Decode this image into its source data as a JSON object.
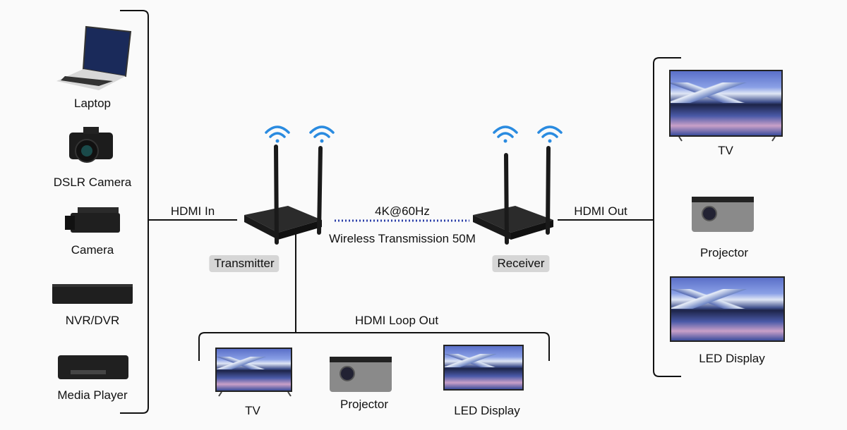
{
  "diagram": {
    "sources": [
      {
        "label": "Laptop",
        "icon": "laptop-icon"
      },
      {
        "label": "DSLR Camera",
        "icon": "dslr-camera-icon"
      },
      {
        "label": "Camera",
        "icon": "camcorder-icon"
      },
      {
        "label": "NVR/DVR",
        "icon": "nvr-dvr-icon"
      },
      {
        "label": "Media Player",
        "icon": "media-player-icon"
      }
    ],
    "hdmi_in_label": "HDMI In",
    "transmitter_label": "Transmitter",
    "receiver_label": "Receiver",
    "link_top_label": "4K@60Hz",
    "link_bottom_label": "Wireless Transmission 50M",
    "hdmi_out_label": "HDMI Out",
    "outputs": [
      {
        "label": "TV",
        "icon": "tv-icon"
      },
      {
        "label": "Projector",
        "icon": "projector-icon"
      },
      {
        "label": "LED Display",
        "icon": "led-display-icon"
      }
    ],
    "loop_out_label": "HDMI Loop Out",
    "loop_outputs": [
      {
        "label": "TV",
        "icon": "tv-icon"
      },
      {
        "label": "Projector",
        "icon": "projector-icon"
      },
      {
        "label": "LED Display",
        "icon": "led-display-icon"
      }
    ],
    "colors": {
      "wifi": "#2a8be0",
      "link_dots": "#2b3fa8",
      "pill": "#d6d6d6",
      "line": "#111111"
    }
  }
}
